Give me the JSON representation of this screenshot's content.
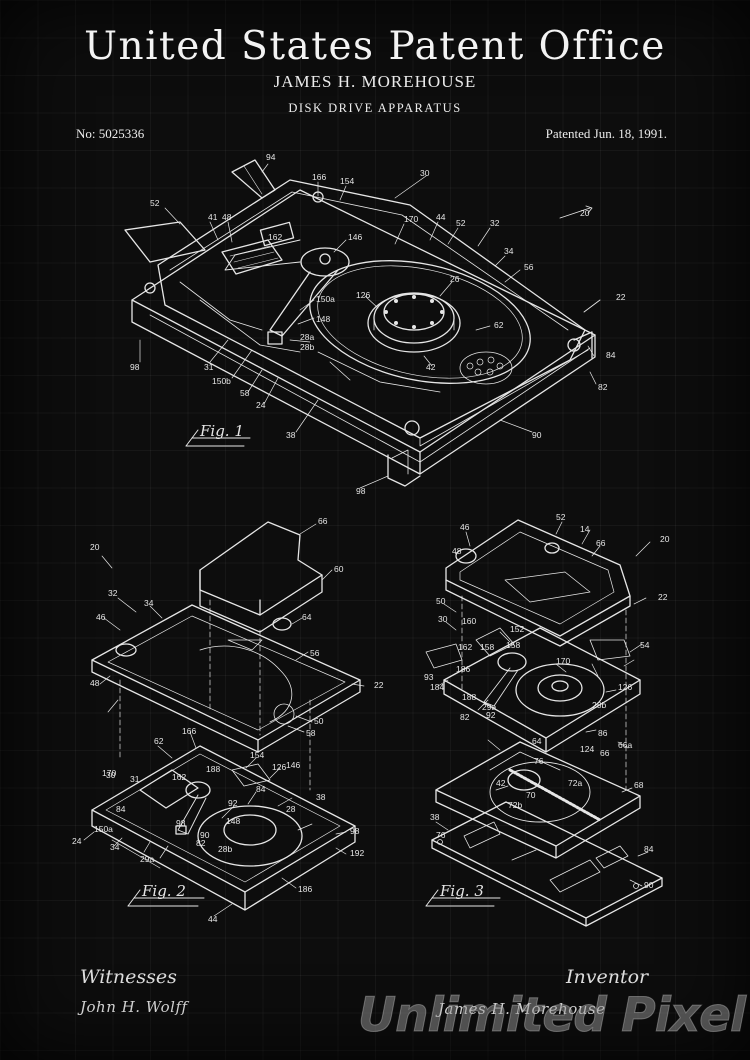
{
  "header": {
    "title": "United States Patent Office",
    "inventor": "JAMES H. MOREHOUSE",
    "invention": "DISK DRIVE APPARATUS",
    "patent_number": "No: 5025336",
    "patent_date": "Patented Jun. 18, 1991."
  },
  "figures": [
    {
      "label": "Fig. 1"
    },
    {
      "label": "Fig. 2"
    },
    {
      "label": "Fig. 3"
    }
  ],
  "fig1_refs": [
    "94",
    "166",
    "154",
    "30",
    "52",
    "41",
    "48",
    "162",
    "146",
    "170",
    "44",
    "52",
    "32",
    "20",
    "34",
    "56",
    "26",
    "126",
    "22",
    "150a",
    "148",
    "62",
    "28a",
    "28b",
    "98",
    "31",
    "150b",
    "58",
    "24",
    "38",
    "42",
    "84",
    "82",
    "90",
    "98"
  ],
  "fig2_refs": [
    "66",
    "20",
    "60",
    "32",
    "34",
    "46",
    "64",
    "56",
    "48",
    "22",
    "50",
    "58",
    "62",
    "166",
    "154",
    "30",
    "162",
    "188",
    "146",
    "170",
    "92",
    "38",
    "84",
    "148",
    "28",
    "24",
    "150a",
    "34",
    "29a",
    "28b",
    "98",
    "192",
    "186",
    "44",
    "31",
    "126",
    "84",
    "82",
    "90",
    "98"
  ],
  "fig3_refs": [
    "46",
    "52",
    "14",
    "66",
    "20",
    "48",
    "50",
    "22",
    "30",
    "160",
    "162",
    "158",
    "152",
    "158",
    "170",
    "54",
    "93",
    "184",
    "188",
    "186",
    "92",
    "126",
    "29a",
    "28b",
    "64",
    "124",
    "66",
    "66a",
    "38",
    "86",
    "76",
    "42",
    "70",
    "72b",
    "72a",
    "68",
    "76",
    "84",
    "90",
    "82"
  ],
  "footer": {
    "witnesses_label": "Witnesses",
    "witness_signature": "John H. Wolff",
    "inventor_label": "Inventor",
    "inventor_signature": "James H. Morehouse"
  },
  "watermark": "Unlimited Pixel",
  "colors": {
    "background": "#0d0d0d",
    "ink": "#ececec"
  }
}
